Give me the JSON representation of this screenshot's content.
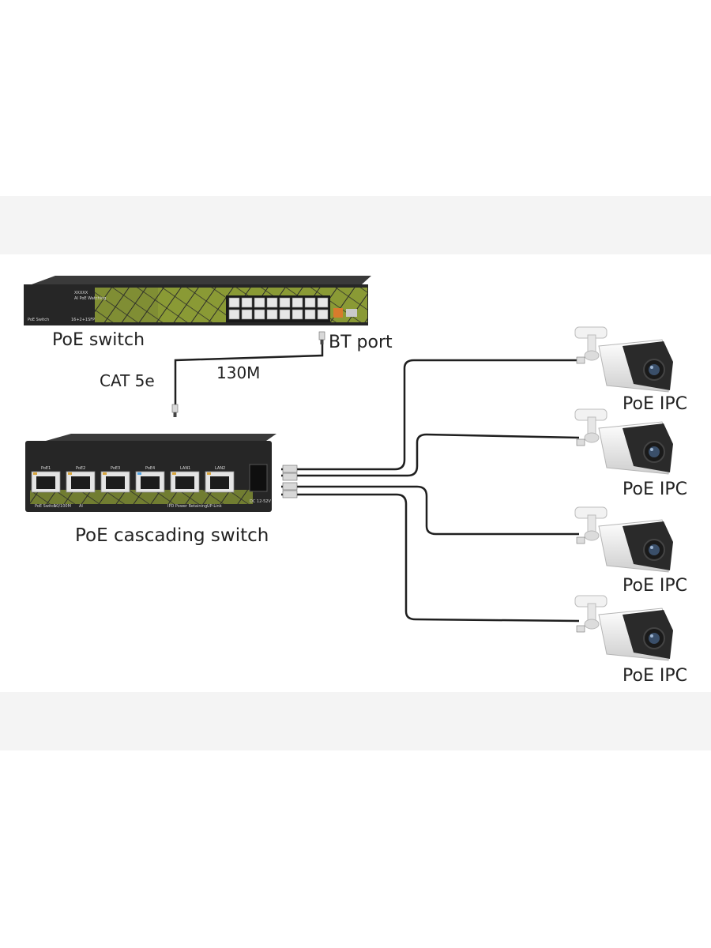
{
  "labels": {
    "poe_switch": "PoE switch",
    "bt_port": "BT port",
    "cable_type": "CAT 5e",
    "distance": "130M",
    "cascading_switch": "PoE cascading switch",
    "camera": "PoE IPC"
  },
  "main_switch_panel": {
    "model": "AI PoE Watching",
    "brand": "XXXXX",
    "corner_label": "PoE Switch",
    "sub_label": "16+2+1SFP"
  },
  "cascading_switch_panel": {
    "port_labels": [
      "PoE1",
      "PoE2",
      "PoE3",
      "PoE4",
      "LAN1",
      "LAN2"
    ],
    "bottom_labels": [
      "PoE Switch",
      "10/100M",
      "AI",
      "IPD Power Retaining",
      "UP-Link",
      "DC 12-52V"
    ]
  },
  "colors": {
    "switch_body": "#2b2b2b",
    "accent_yellow": "#8a9a35",
    "cable": "#1f1f1f",
    "band": "#f4f4f4",
    "camera_body": "#e8e8e8",
    "camera_visor": "#2a2a2a"
  },
  "cameras": [
    {
      "label": "PoE IPC"
    },
    {
      "label": "PoE IPC"
    },
    {
      "label": "PoE IPC"
    },
    {
      "label": "PoE IPC"
    }
  ]
}
